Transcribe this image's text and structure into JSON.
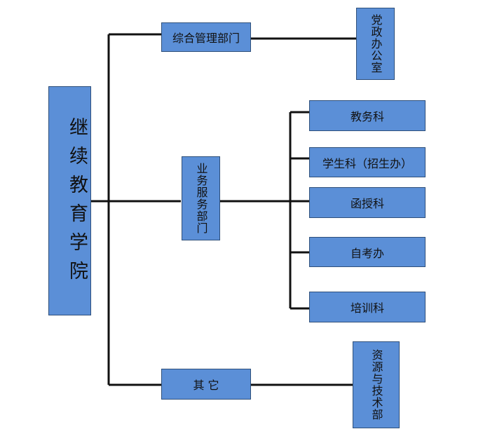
{
  "root": {
    "label": "继续教育学院"
  },
  "departments": {
    "admin": {
      "label": "综合管理部门",
      "child": "党政办公室"
    },
    "service": {
      "label": "业务服务部门",
      "children": [
        "教务科",
        "学生科（招生办）",
        "函授科",
        "自考办",
        "培训科"
      ]
    },
    "other": {
      "label": "其 它",
      "child": "资源与技术部"
    }
  },
  "colors": {
    "box_fill": "#5b8fd7",
    "box_border": "#2e4f7a",
    "connector": "#111111"
  }
}
